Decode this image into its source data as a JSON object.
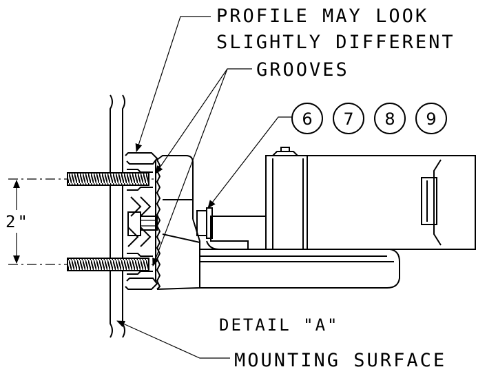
{
  "labels": {
    "profile_line1": "PROFILE MAY LOOK",
    "profile_line2": "SLIGHTLY DIFFERENT",
    "grooves": "GROOVES",
    "dimension": "2\"",
    "detail": "DETAIL \"A\"",
    "mounting_surface": "MOUNTING SURFACE"
  },
  "callouts": [
    "6",
    "7",
    "8",
    "9"
  ]
}
